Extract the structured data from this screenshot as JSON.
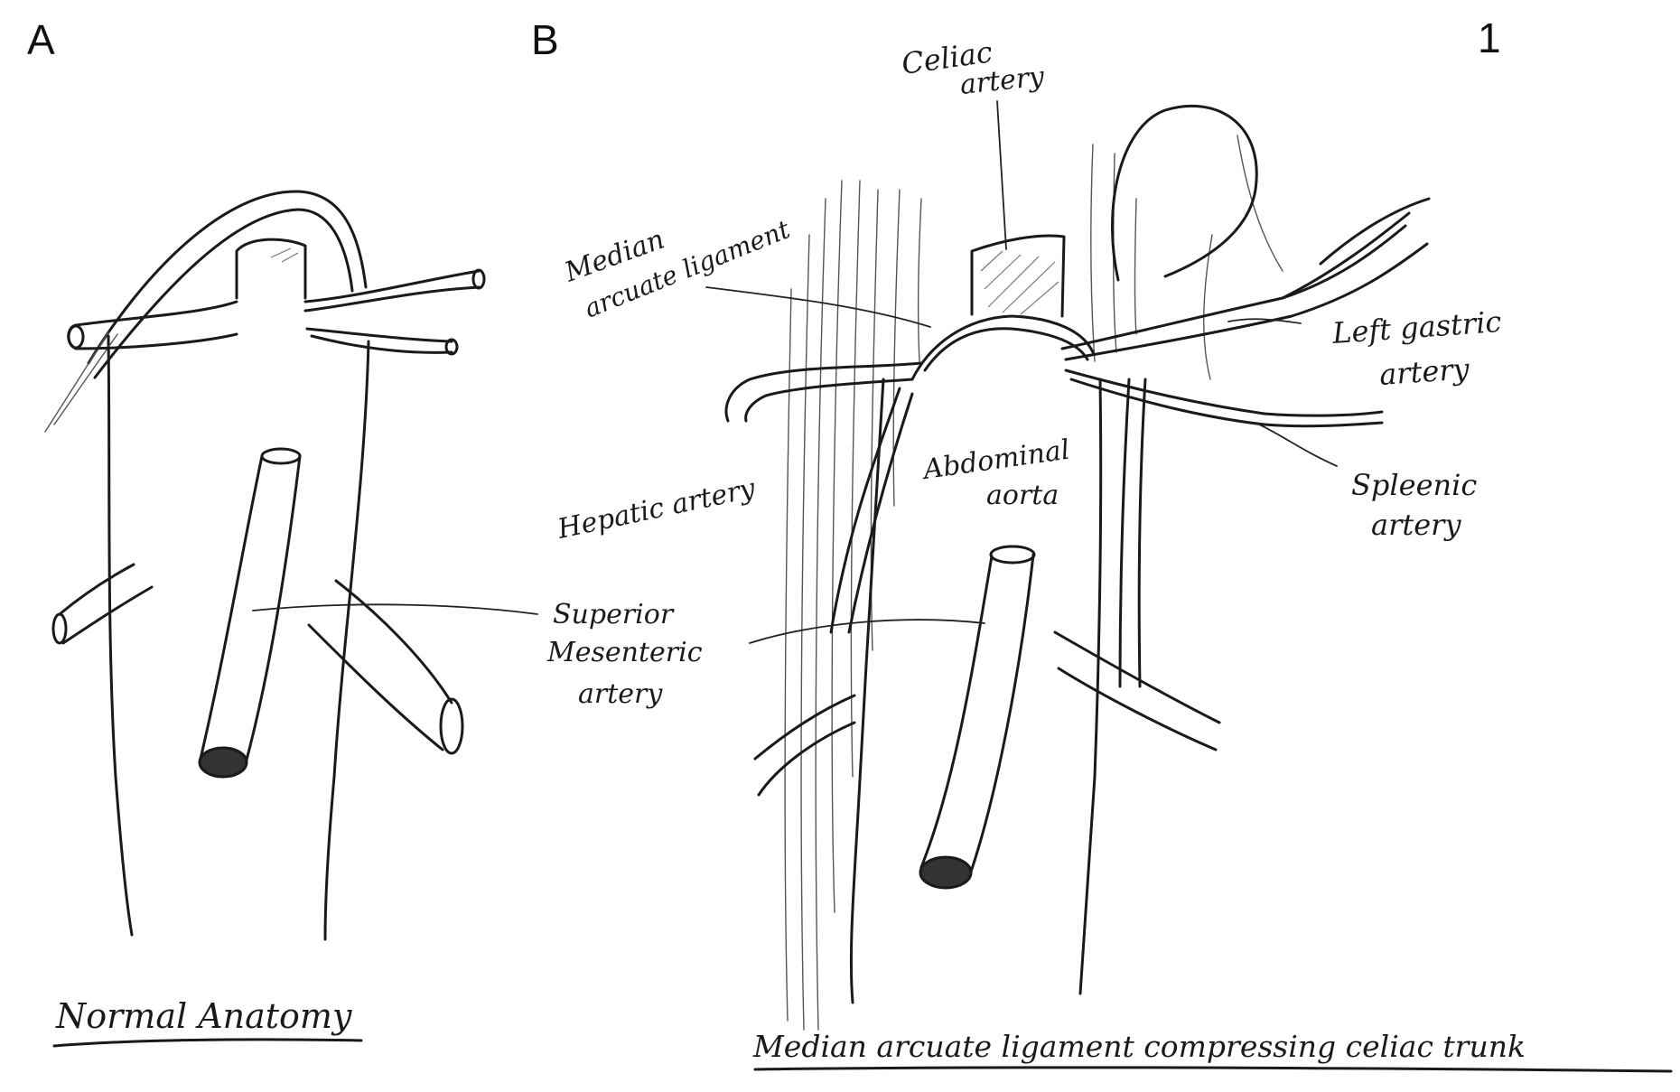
{
  "panels": {
    "a": {
      "letter": "A"
    },
    "b": {
      "letter": "B"
    },
    "figure_number": "1"
  },
  "labels": {
    "superior_mesenteric_1": "Superior",
    "superior_mesenteric_2": "Mesenteric",
    "superior_mesenteric_3": "artery",
    "celiac_1": "Celiac",
    "celiac_2": "artery",
    "mal_1": "Median",
    "mal_2": "arcuate ligament",
    "left_gastric_1": "Left gastric",
    "left_gastric_2": "artery",
    "hepatic": "Hepatic artery",
    "aorta_1": "Abdominal",
    "aorta_2": "aorta",
    "splenic_1": "Spleenic",
    "splenic_2": "artery"
  },
  "captions": {
    "normal": "Normal Anatomy",
    "compressing": "Median arcuate ligament compressing celiac trunk"
  }
}
